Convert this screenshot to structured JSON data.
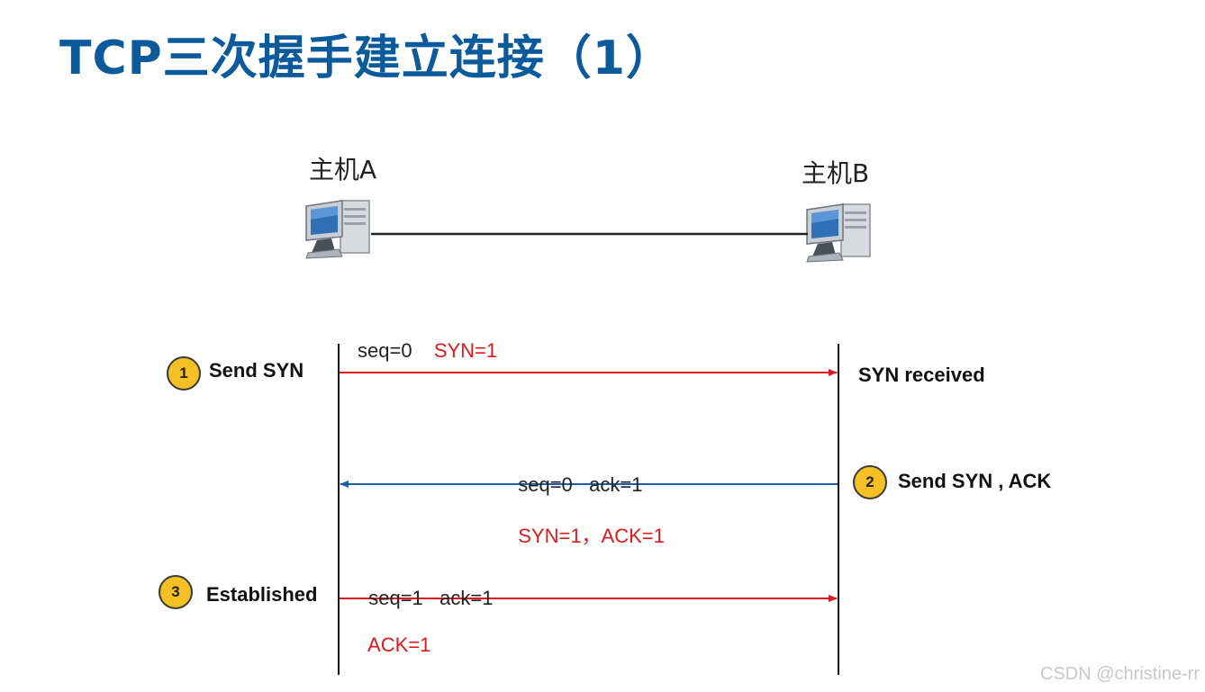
{
  "title": "TCP三次握手建立连接（1）",
  "hosts": {
    "a": {
      "label": "主机A",
      "icon": "computer-icon"
    },
    "b": {
      "label": "主机B",
      "icon": "computer-icon"
    }
  },
  "messages": [
    {
      "plain": "seq=0",
      "flags": "SYN=1",
      "arrow_color": "#e0191c",
      "direction": "A-to-B"
    },
    {
      "plain": "seq=0   ack=1",
      "flags": "SYN=1，ACK=1",
      "arrow_color": "#1f5fa8",
      "direction": "B-to-A"
    },
    {
      "plain": "seq=1   ack=1",
      "flags": "ACK=1",
      "arrow_color": "#e0191c",
      "direction": "A-to-B"
    }
  ],
  "steps": [
    {
      "num": "1",
      "label": "Send SYN"
    },
    {
      "num": "2",
      "label": "Send SYN , ACK"
    },
    {
      "num": "3",
      "label": "Established"
    }
  ],
  "syn_received": "SYN received",
  "watermark": "CSDN @christine-rr",
  "colors": {
    "title": "#0b5a9c",
    "flag_text": "#e0191c",
    "badge": "#f5c024"
  }
}
